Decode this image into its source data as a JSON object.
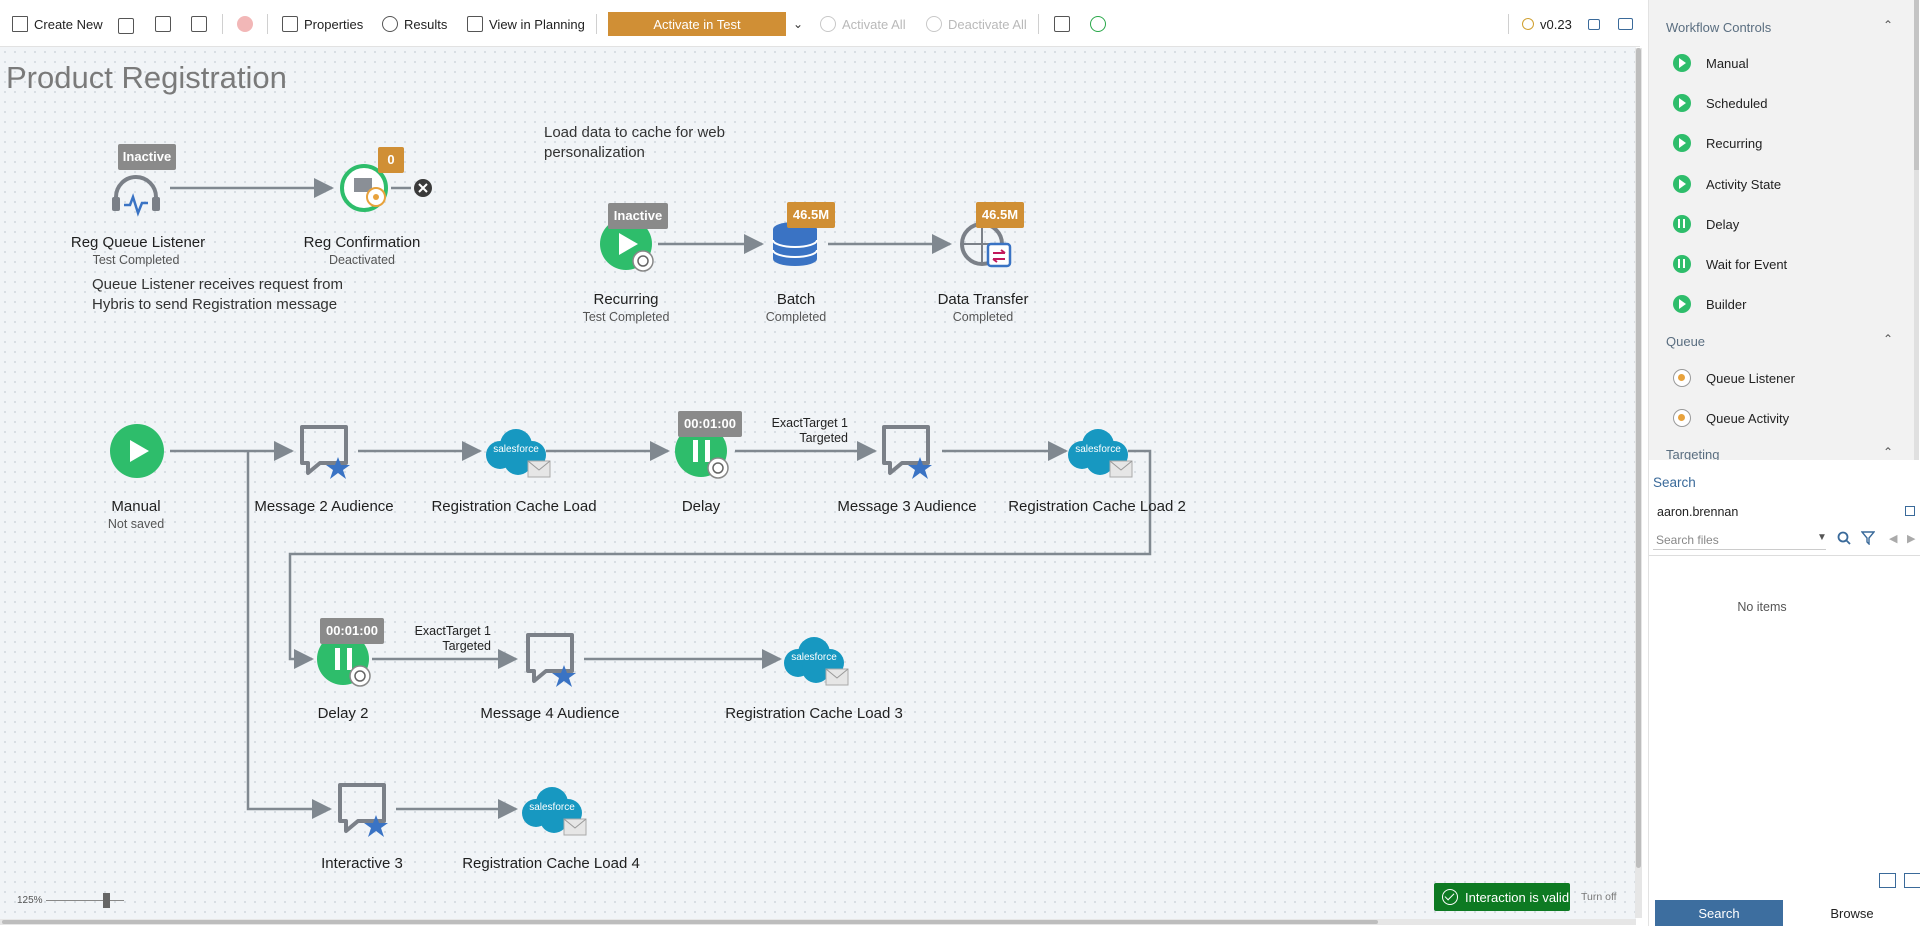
{
  "toolbar": {
    "create_new": "Create New",
    "properties": "Properties",
    "results": "Results",
    "view_in_planning": "View in Planning",
    "activate_in_test": "Activate in Test",
    "activate_all": "Activate All",
    "deactivate_all": "Deactivate All",
    "version": "v0.23"
  },
  "canvas": {
    "title": "Product Registration",
    "notes": {
      "queue_note_line1": "Queue Listener receives request from",
      "queue_note_line2": "Hybris to send Registration message",
      "load_note_line1": "Load data to cache for web",
      "load_note_line2": "personalization"
    },
    "nodes": {
      "reg_queue_listener": {
        "label": "Reg Queue Listener",
        "sub": "Test Completed",
        "badge": "Inactive"
      },
      "reg_confirmation": {
        "label": "Reg Confirmation",
        "sub": "Deactivated",
        "badge": "0"
      },
      "recurring": {
        "label": "Recurring",
        "sub": "Test Completed",
        "badge": "Inactive"
      },
      "batch": {
        "label": "Batch",
        "sub": "Completed",
        "badge": "46.5M"
      },
      "data_transfer": {
        "label": "Data Transfer",
        "sub": "Completed",
        "badge": "46.5M"
      },
      "manual": {
        "label": "Manual",
        "sub": "Not saved"
      },
      "message2": {
        "label": "Message 2 Audience"
      },
      "reg_cache_load": {
        "label": "Registration Cache Load"
      },
      "delay": {
        "label": "Delay",
        "badge": "00:01:00"
      },
      "message3": {
        "label": "Message 3 Audience"
      },
      "reg_cache_load2": {
        "label": "Registration Cache Load 2"
      },
      "delay2": {
        "label": "Delay 2",
        "badge": "00:01:00"
      },
      "message4": {
        "label": "Message 4 Audience"
      },
      "reg_cache_load3": {
        "label": "Registration Cache Load 3"
      },
      "interactive3": {
        "label": "Interactive 3"
      },
      "reg_cache_load4": {
        "label": "Registration Cache Load 4"
      }
    },
    "edge_notes": {
      "e1_line1": "ExactTarget 1",
      "e1_line2": "Targeted",
      "e2_line1": "ExactTarget 1",
      "e2_line2": "Targeted"
    },
    "salesforce_text": "salesforce",
    "zoom": "125%",
    "validation": "Interaction is valid",
    "turn_off": "Turn off"
  },
  "palette": {
    "workflow_controls": "Workflow Controls",
    "workflow_items": [
      "Manual",
      "Scheduled",
      "Recurring",
      "Activity State",
      "Delay",
      "Wait for Event",
      "Builder"
    ],
    "queue": "Queue",
    "queue_items": [
      "Queue Listener",
      "Queue Activity"
    ],
    "targeting": "Targeting"
  },
  "search": {
    "title": "Search",
    "user": "aaron.brennan",
    "placeholder": "Search files",
    "no_items": "No items",
    "tab_search": "Search",
    "tab_browse": "Browse"
  },
  "colors": {
    "accent_orange": "#d08f35",
    "node_green": "#2ebd6b",
    "valid_green": "#0d7a22",
    "salesforce_blue": "#1798c1",
    "panel_blue": "#3d6e9f"
  }
}
